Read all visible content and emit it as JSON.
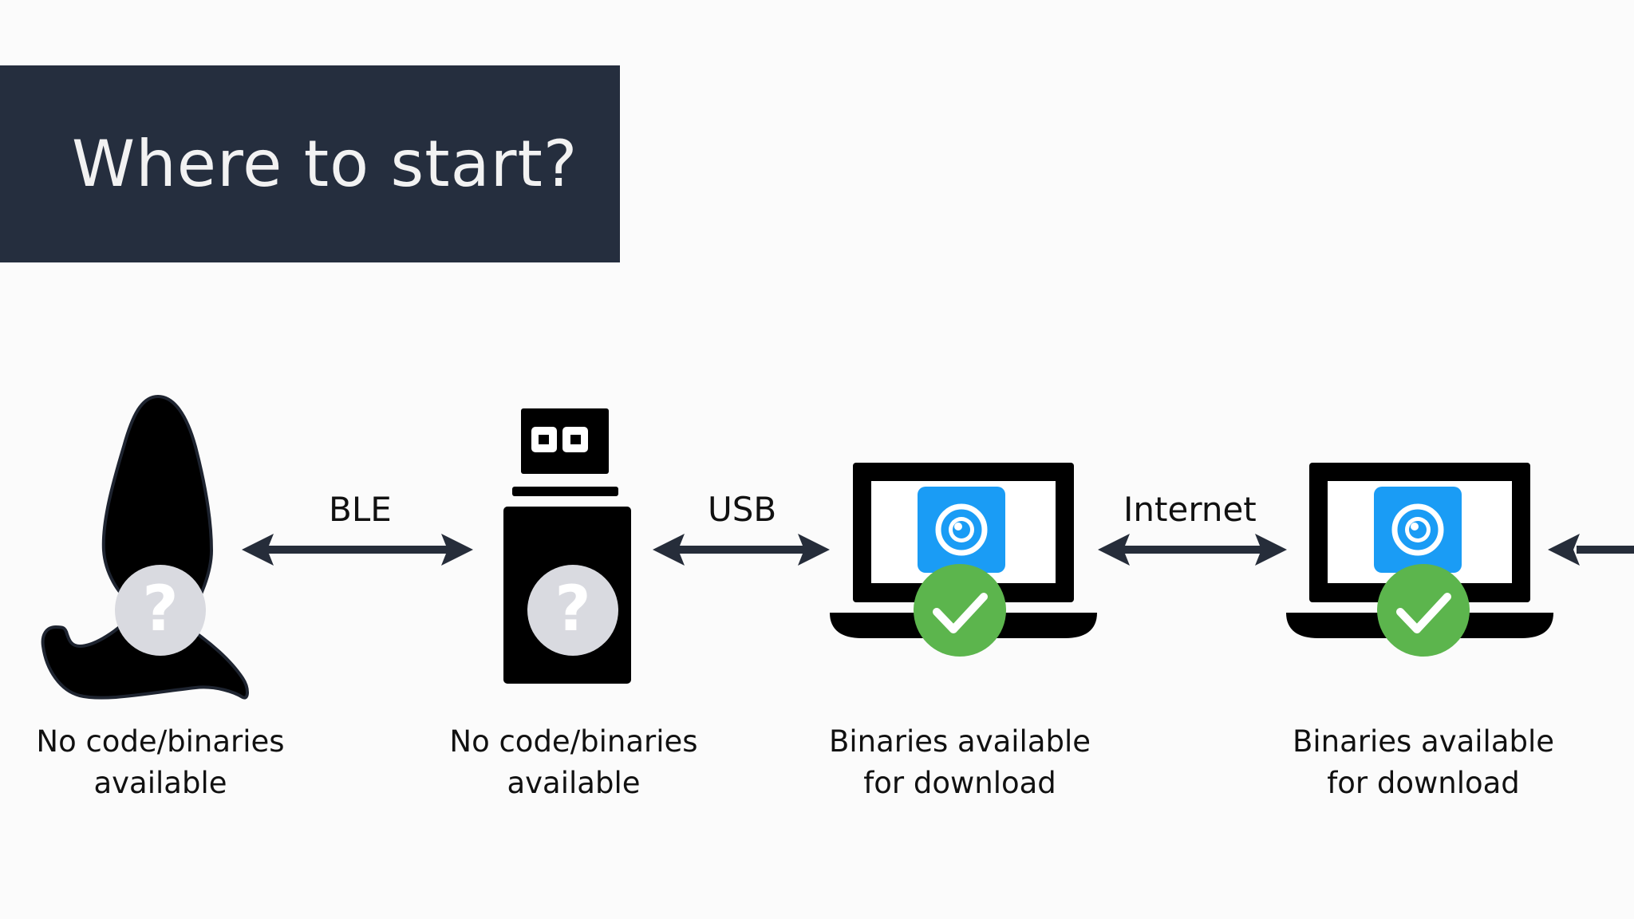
{
  "title": "Where to start?",
  "nodes": [
    {
      "id": "device",
      "icon": "toy-device-icon",
      "status": "unknown",
      "caption_line1": "No code/binaries",
      "caption_line2": "available"
    },
    {
      "id": "dongle",
      "icon": "usb-dongle-icon",
      "status": "unknown",
      "caption_line1": "No code/binaries",
      "caption_line2": "available"
    },
    {
      "id": "laptop1",
      "icon": "laptop-icon",
      "status": "available",
      "caption_line1": "Binaries available",
      "caption_line2": "for download"
    },
    {
      "id": "laptop2",
      "icon": "laptop-icon",
      "status": "available",
      "caption_line1": "Binaries available",
      "caption_line2": "for download"
    }
  ],
  "links": [
    {
      "label": "BLE",
      "direction": "bidirectional"
    },
    {
      "label": "USB",
      "direction": "bidirectional"
    },
    {
      "label": "Internet",
      "direction": "bidirectional"
    }
  ],
  "status_marks": {
    "unknown": "?",
    "available": "check"
  },
  "colors": {
    "title_background": "#252e3e",
    "title_text": "#f2f2f2",
    "background": "#fbfbfb",
    "arrow": "#262d3a",
    "icon_fill": "#000000",
    "unknown_badge": "#d9dae0",
    "check_badge": "#5cb54d",
    "app_icon": "#1a9cf5"
  }
}
